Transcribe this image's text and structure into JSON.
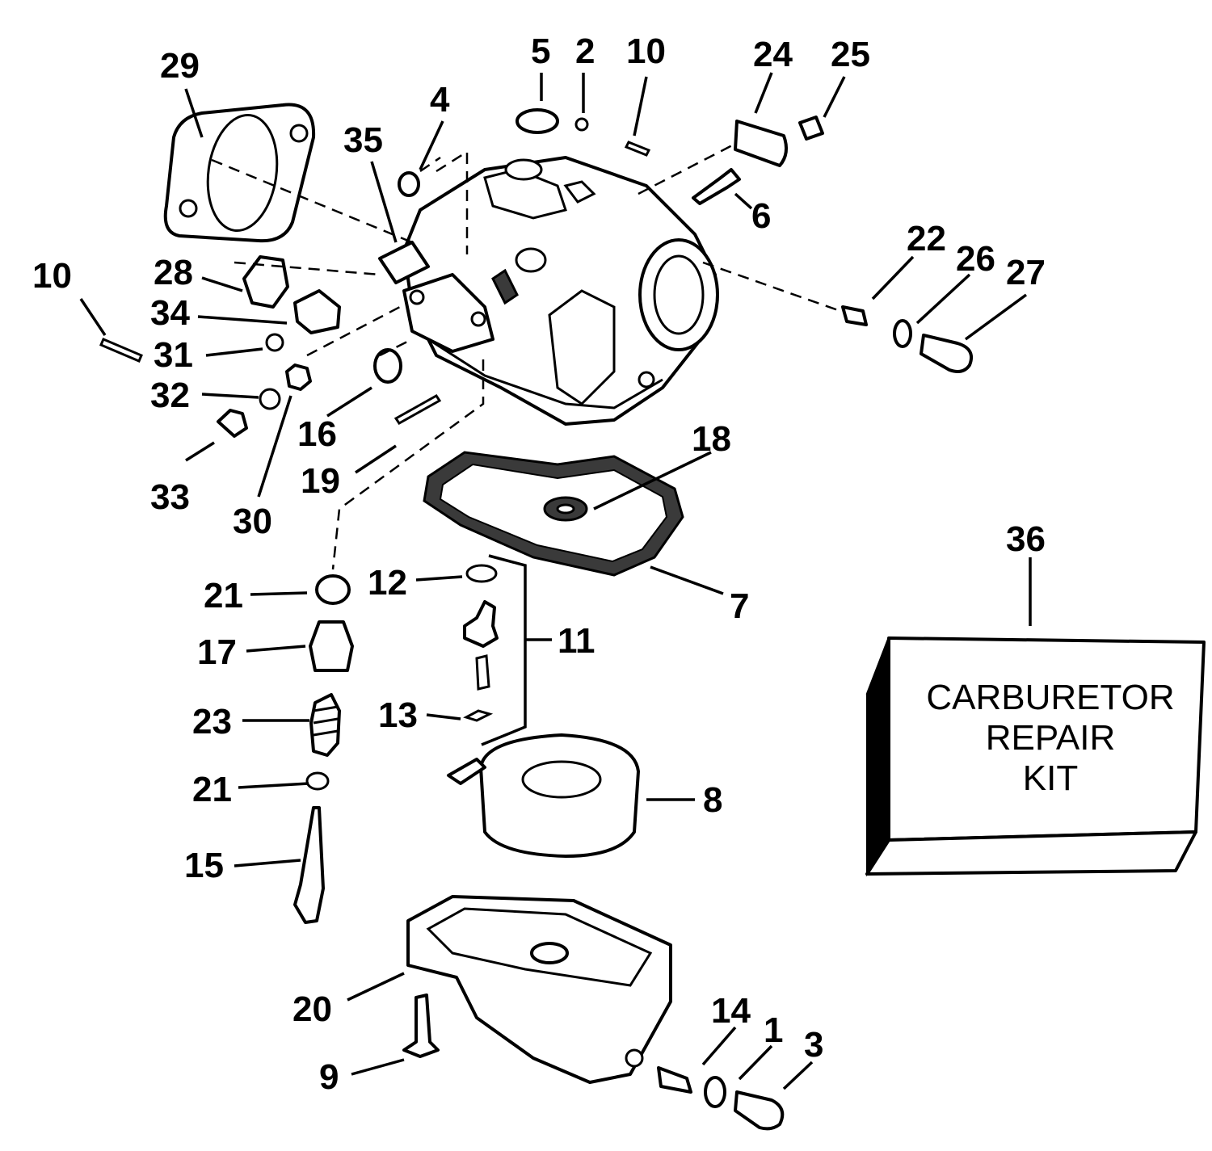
{
  "diagram": {
    "callouts": {
      "c1": "1",
      "c2": "2",
      "c3": "3",
      "c4": "4",
      "c5": "5",
      "c6": "6",
      "c7": "7",
      "c8": "8",
      "c9": "9",
      "c10a": "10",
      "c10b": "10",
      "c11": "11",
      "c12": "12",
      "c13": "13",
      "c14": "14",
      "c15": "15",
      "c16": "16",
      "c17": "17",
      "c18": "18",
      "c19": "19",
      "c20": "20",
      "c21a": "21",
      "c21b": "21",
      "c22": "22",
      "c23": "23",
      "c24": "24",
      "c25": "25",
      "c26": "26",
      "c27": "27",
      "c28": "28",
      "c29": "29",
      "c30": "30",
      "c31": "31",
      "c32": "32",
      "c33": "33",
      "c34": "34",
      "c35": "35",
      "c36": "36"
    },
    "kit_box": {
      "line1": "CARBURETOR",
      "line2": "REPAIR",
      "line3": "KIT"
    }
  }
}
